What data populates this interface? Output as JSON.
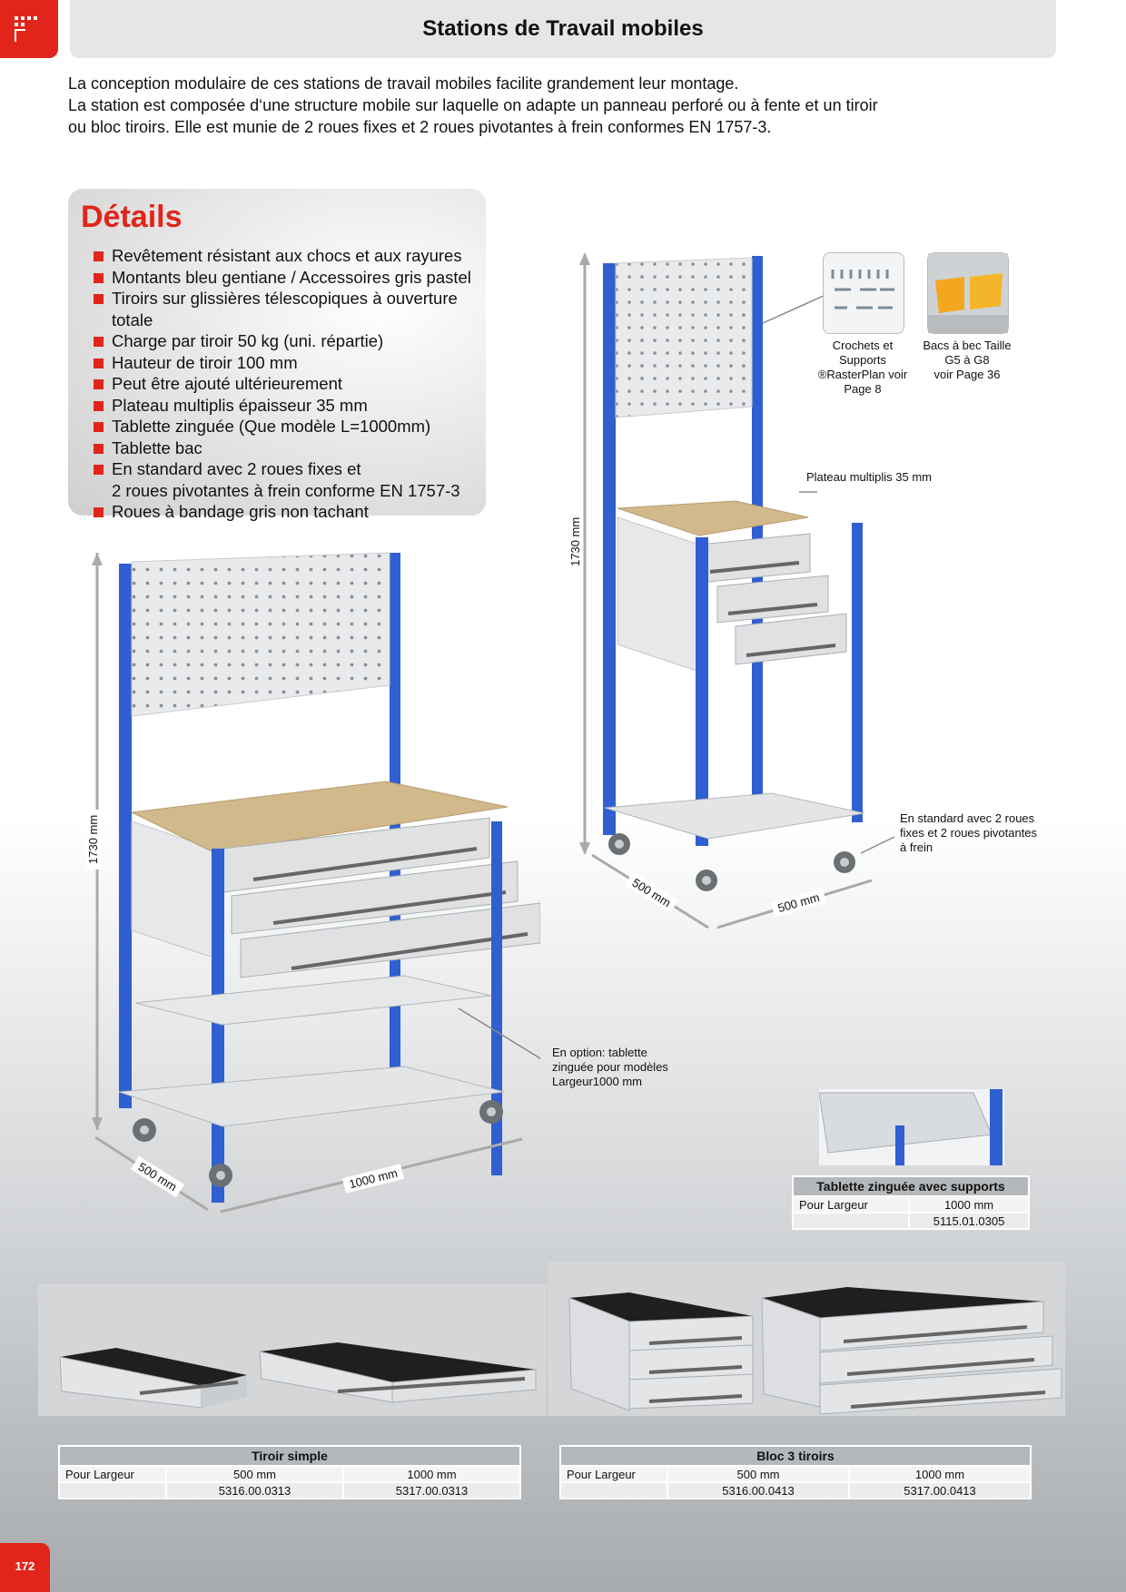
{
  "header": {
    "title": "Stations de Travail mobiles",
    "logo_icon": "logo-icon"
  },
  "intro": {
    "p1": "La conception modulaire de ces stations de travail mobiles facilite grandement leur montage.",
    "p2": "La station est composée d‘une structure mobile sur laquelle on adapte un panneau perforé ou à fente et un tiroir ou bloc tiroirs. Elle est munie de 2 roues fixes et 2 roues pivotantes à frein conformes EN 1757-3."
  },
  "details": {
    "title": "Détails",
    "items": [
      "Revêtement résistant aux chocs et aux rayures",
      "Montants bleu gentiane / Accessoires gris pastel",
      "Tiroirs sur glissières télescopiques à ouverture totale",
      "Charge par tiroir 50 kg (uni. répartie)",
      "Hauteur de tiroir 100 mm",
      "Peut être ajouté ultérieurement",
      "Plateau multiplis épaisseur 35 mm",
      "Tablette zinguée (Que modèle L=1000mm)",
      "Tablette bac",
      "En standard avec 2 roues fixes et\n2 roues pivotantes à frein conforme EN 1757-3",
      "Roues à bandage gris non tachant"
    ]
  },
  "small_station": {
    "height": "1730 mm",
    "depth": "500 mm",
    "width": "500 mm",
    "caption_plateau": "Plateau multiplis 35 mm",
    "caption_wheels": "En standard avec 2 roues\nfixes et 2 roues pivotantes\nà frein",
    "accessory1": "Crochets et\nSupports\n®RasterPlan voir\nPage 8",
    "accessory2": "Bacs à bec Taille\nG5 à G8\nvoir Page 36"
  },
  "large_station": {
    "height": "1730 mm",
    "depth": "500 mm",
    "width": "1000 mm",
    "caption_option": "En option: tablette\nzinguée pour modèles\nLargeur1000 mm"
  },
  "colors": {
    "accent": "#e1251b",
    "upright_blue": "#2f5fd0",
    "panel": "#e4e6e8",
    "wood": "#d2b98c"
  },
  "tablette": {
    "title": "Tablette zinguée avec supports",
    "label": "Pour Largeur",
    "size": "1000 mm",
    "ref": "5115.01.0305"
  },
  "tiroir_simple": {
    "title": "Tiroir simple",
    "label": "Pour Largeur",
    "sizes": [
      "500 mm",
      "1000 mm"
    ],
    "refs": [
      "5316.00.0313",
      "5317.00.0313"
    ]
  },
  "bloc_3": {
    "title": "Bloc 3 tiroirs",
    "label": "Pour Largeur",
    "sizes": [
      "500 mm",
      "1000 mm"
    ],
    "refs": [
      "5316.00.0413",
      "5317.00.0413"
    ]
  },
  "page_number": "172"
}
